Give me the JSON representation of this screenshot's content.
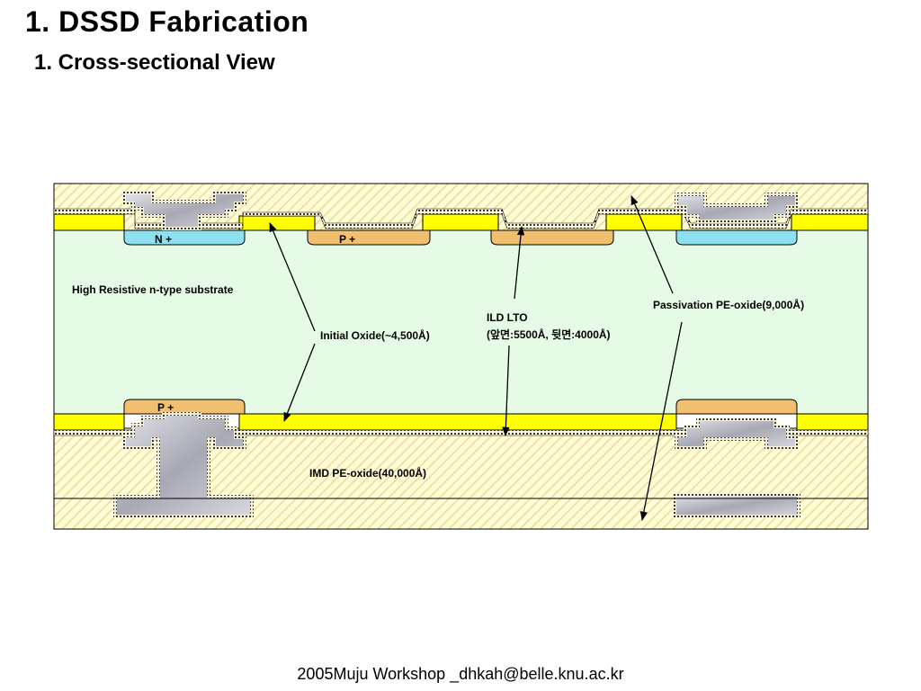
{
  "title": "1. DSSD Fabrication",
  "subtitle": "1. Cross-sectional View",
  "footer": "2005Muju Workshop _dhkah@belle.knu.ac.kr",
  "labels": {
    "n_plus": "N +",
    "p_plus_top": "P +",
    "p_plus_bottom": "P +",
    "substrate": "High Resistive n-type substrate",
    "initial_oxide": "Initial Oxide(~4,500Å)",
    "ild_lto_line1": "ILD LTO",
    "ild_lto_line2": "(앞면:5500Å, 뒷면:4000Å)",
    "passivation": "Passivation PE-oxide(9,000Å)",
    "imd": "IMD PE-oxide(40,000Å)"
  },
  "colors": {
    "substrate": "#e6fbe6",
    "oxide_yellow": "#ffff00",
    "hatch_bg": "#fffbd0",
    "hatch_line": "#e8d88a",
    "n_plus": "#8ee0f0",
    "p_plus": "#f0c070",
    "metal": "#c0c0c8",
    "outline": "#000000"
  }
}
